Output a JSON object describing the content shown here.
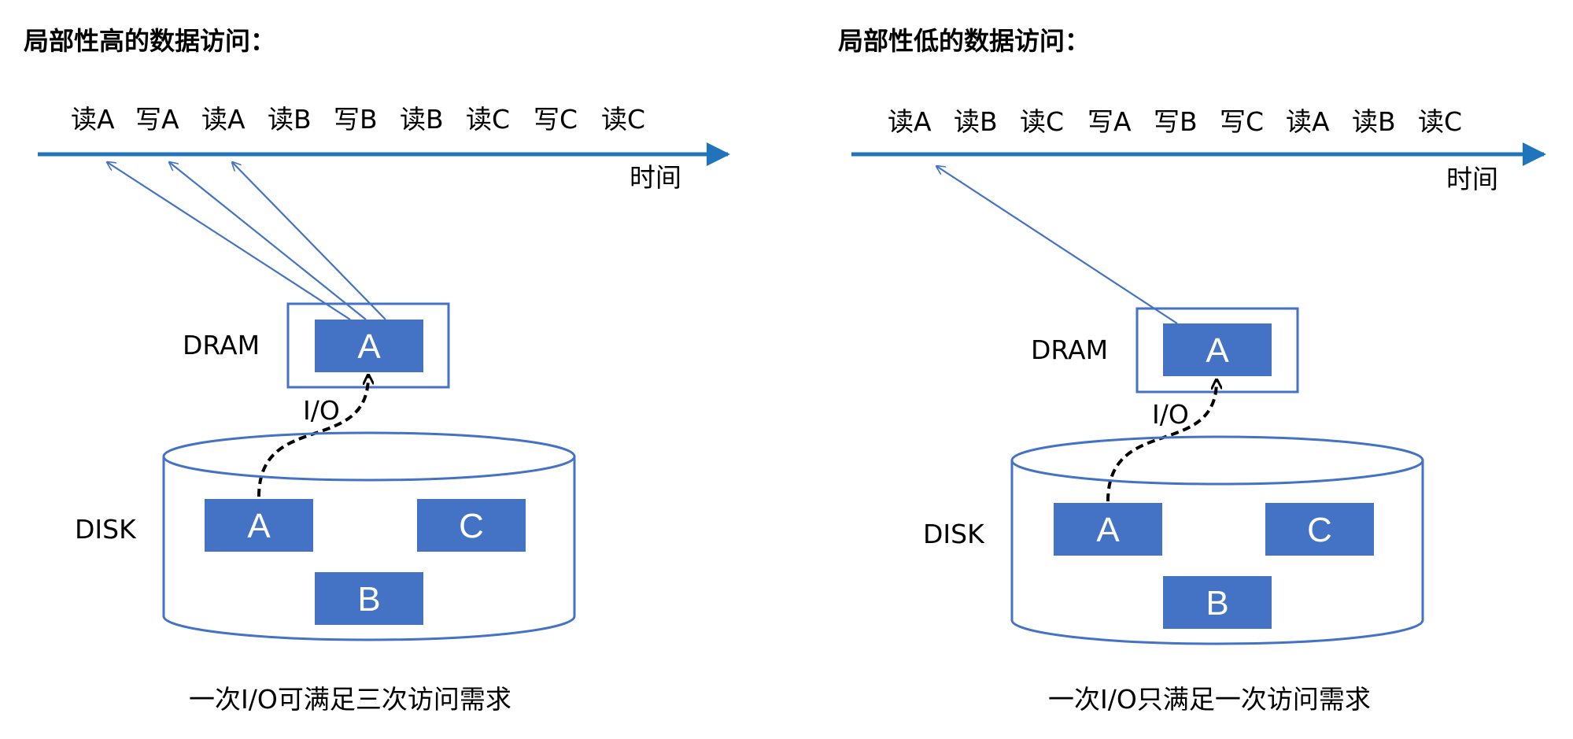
{
  "colors": {
    "timeline": "#1F74BB",
    "block_fill": "#4472C4",
    "outline": "#4472C4",
    "block_text": "#FFFFFF"
  },
  "panels": [
    {
      "title": "局部性高的数据访问：",
      "sequence": [
        "读A",
        "写A",
        "读A",
        "读B",
        "写B",
        "读B",
        "读C",
        "写C",
        "读C"
      ],
      "time_label": "时间",
      "dram_label": "DRAM",
      "dram_block": "A",
      "io_label": "I/O",
      "disk_label": "DISK",
      "disk_blocks": [
        "A",
        "C",
        "B"
      ],
      "caption": "一次I/O可满足三次访问需求"
    },
    {
      "title": "局部性低的数据访问：",
      "sequence": [
        "读A",
        "读B",
        "读C",
        "写A",
        "写B",
        "写C",
        "读A",
        "读B",
        "读C"
      ],
      "time_label": "时间",
      "dram_label": "DRAM",
      "dram_block": "A",
      "io_label": "I/O",
      "disk_label": "DISK",
      "disk_blocks": [
        "A",
        "C",
        "B"
      ],
      "caption": "一次I/O只满足一次访问需求"
    }
  ]
}
